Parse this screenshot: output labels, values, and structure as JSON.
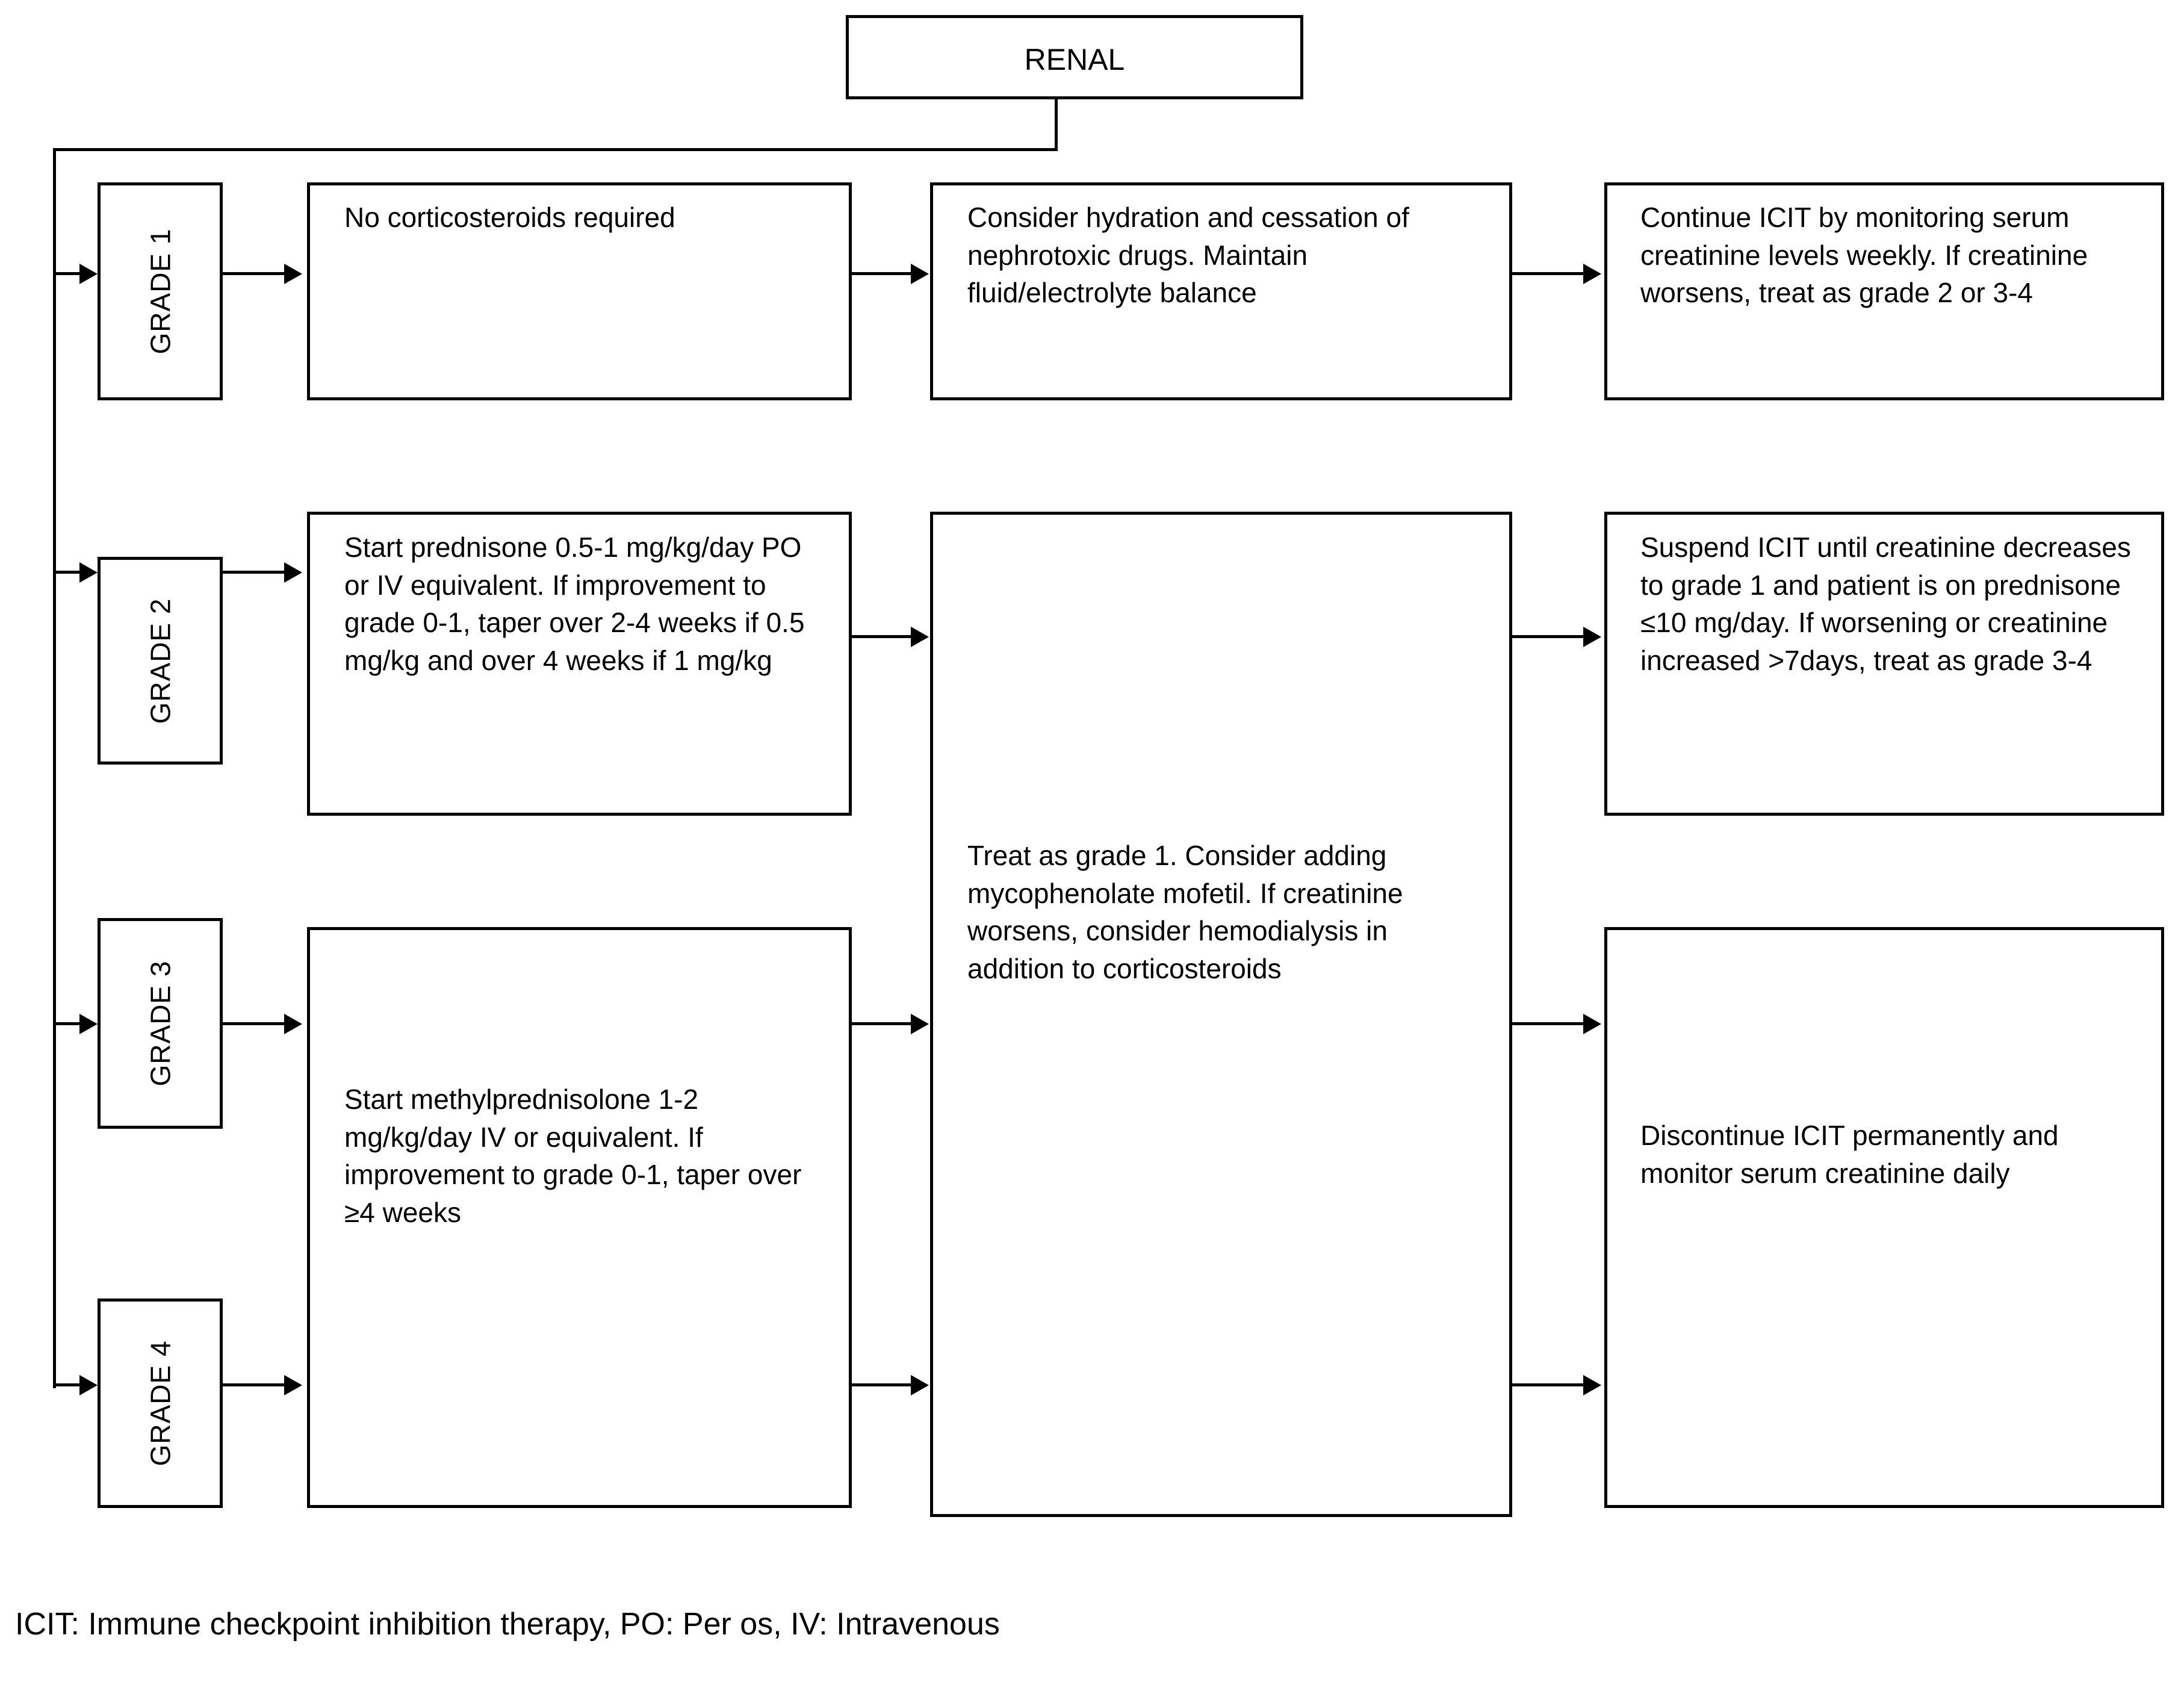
{
  "diagram": {
    "title": "RENAL",
    "root_box": {
      "label": "RENAL"
    },
    "grade_labels": [
      {
        "id": "grade-1",
        "label": "GRADE 1"
      },
      {
        "id": "grade-2",
        "label": "GRADE 2"
      },
      {
        "id": "grade-3",
        "label": "GRADE 3"
      },
      {
        "id": "grade-4",
        "label": "GRADE 4"
      }
    ],
    "rows": [
      {
        "grade": "GRADE 1",
        "treatment": "No corticosteroids required",
        "supportive": "Consider hydration and cessation of nephrotoxic drugs. Maintain fluid/electrolyte balance",
        "icit_action": "Continue ICIT by monitoring serum creatinine levels weekly. If creatinine worsens, treat as grade 2 or 3-4"
      },
      {
        "grade": "GRADE 2",
        "treatment": "Start prednisone 0.5-1 mg/kg/day PO or IV equivalent. If improvement to grade 0-1, taper over 2-4 weeks if 0.5 mg/kg and over 4 weeks if 1 mg/kg",
        "supportive": "",
        "icit_action": "Suspend ICIT until creatinine decreases to grade 1 and patient is on prednisone ≤10 mg/day. If worsening or creatinine increased >7days, treat as grade 3-4"
      },
      {
        "grade": "GRADE 3 / GRADE 4",
        "treatment": "Start methylprednisolone 1-2 mg/kg/day IV or equivalent. If improvement to grade 0-1, taper over ≥4 weeks",
        "supportive": "",
        "icit_action": "Discontinue ICIT permanently and monitor serum creatinine daily"
      }
    ],
    "shared_supportive_box": "Treat as grade 1. Consider adding mycophenolate mofetil. If creatinine worsens, consider hemodialysis in addition to corticosteroids",
    "legend": "ICIT: Immune checkpoint inhibition therapy, PO: Per os, IV: Intravenous",
    "colors": {
      "line": "#000000",
      "background": "#ffffff",
      "text": "#000000"
    }
  }
}
